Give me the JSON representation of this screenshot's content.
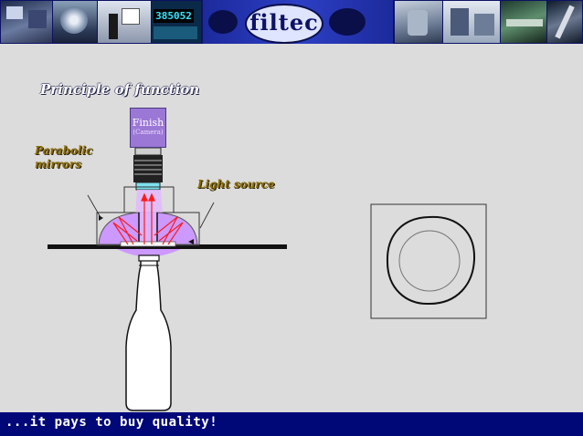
{
  "header": {
    "logo_text": "filtec",
    "counter_display": "385052"
  },
  "slide": {
    "title": "Principle of function",
    "camera": {
      "title": "Finish",
      "subtitle": "(Camera)"
    },
    "label_mirrors": "Parabolic mirrors",
    "label_light": "Light source"
  },
  "footer": {
    "slogan": "...it pays to buy quality!"
  },
  "colors": {
    "header_bg": "#0c1264",
    "footer_bg": "#000878",
    "mirror_fill": "#cc99ff",
    "ray_color": "#ff1a1a",
    "label_color": "#8a6a00"
  }
}
